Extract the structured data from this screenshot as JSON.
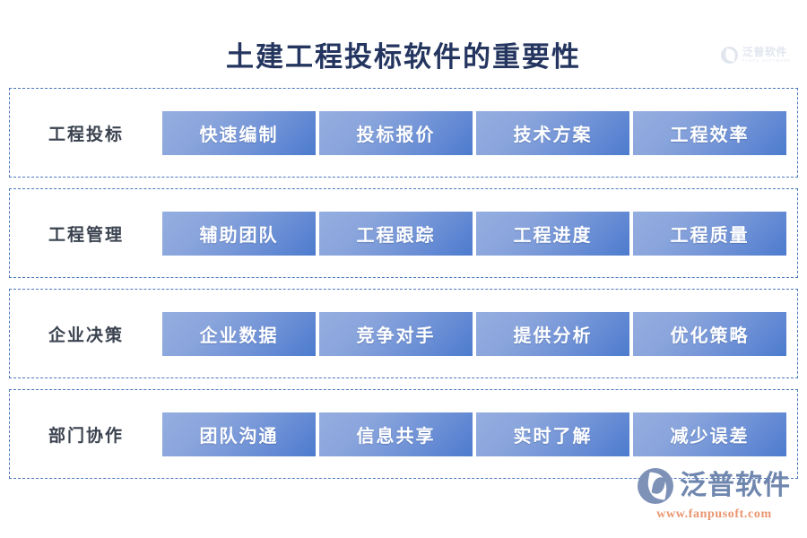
{
  "header": {
    "title": "土建工程投标软件的重要性",
    "watermark": {
      "name_cn": "泛普软件",
      "name_en": "FANPU SOFTWARE",
      "icon": "fanpu-logo-icon"
    }
  },
  "rows": [
    {
      "label": "工程投标",
      "cards": [
        "快速编制",
        "投标报价",
        "技术方案",
        "工程效率"
      ]
    },
    {
      "label": "工程管理",
      "cards": [
        "辅助团队",
        "工程跟踪",
        "工程进度",
        "工程质量"
      ]
    },
    {
      "label": "企业决策",
      "cards": [
        "企业数据",
        "竞争对手",
        "提供分析",
        "优化策略"
      ]
    },
    {
      "label": "部门协作",
      "cards": [
        "团队沟通",
        "信息共享",
        "实时了解",
        "减少误差"
      ]
    }
  ],
  "footer": {
    "brand_cn": "泛普软件",
    "brand_url": "www.fanpusoft.com",
    "icon": "fanpu-logo-icon"
  },
  "colors": {
    "title": "#24355f",
    "row_border": "#4a78bd",
    "card_gradient_start": "#95aee0",
    "card_gradient_end": "#4d7bce",
    "card_text": "#ffffff",
    "row_label": "#3b4350",
    "brand_cn": "#6f86ae",
    "brand_url": "#e8956f",
    "background": "#ffffff"
  }
}
